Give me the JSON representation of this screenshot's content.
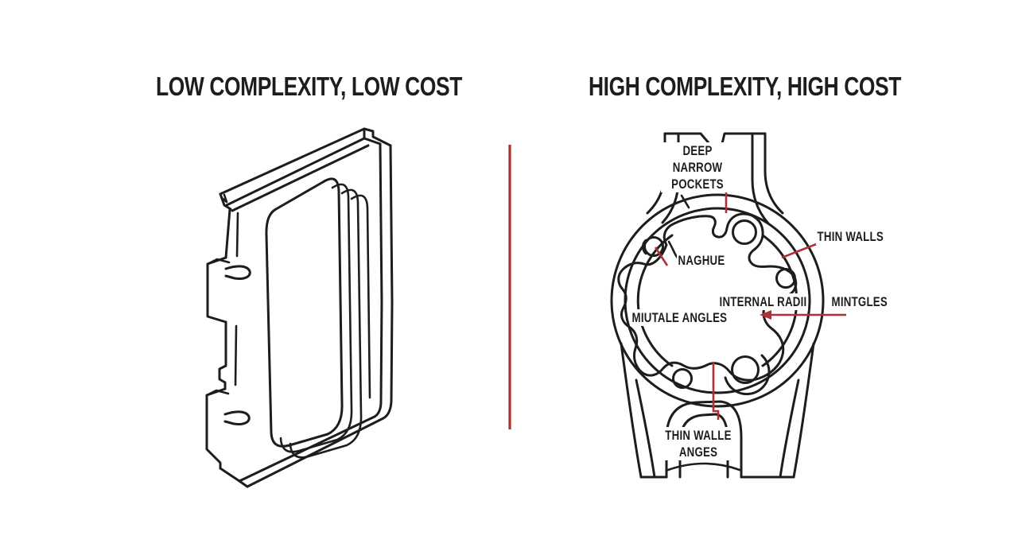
{
  "colors": {
    "background": "#ffffff",
    "line": "#1d1d1b",
    "red": "#b03038",
    "divider": "#a93330"
  },
  "left_panel": {
    "title": "LOW COMPLEXITY, LOW COST"
  },
  "right_panel": {
    "title": "HIGH COMPLEXITY, HIGH COST",
    "labels": {
      "deep_narrow_pockets": "DEEP\nNARROW\nPOCKETS",
      "naghue": "NAGHUE",
      "thin_walls": "THIN WALLS",
      "internal_radii": "INTERNAL RADII",
      "mintgles": "MINTGLES",
      "miutale_angles": "MIUTALE ANGLES",
      "thin_walle_anges": "THIN WALLE\nANGES"
    }
  }
}
